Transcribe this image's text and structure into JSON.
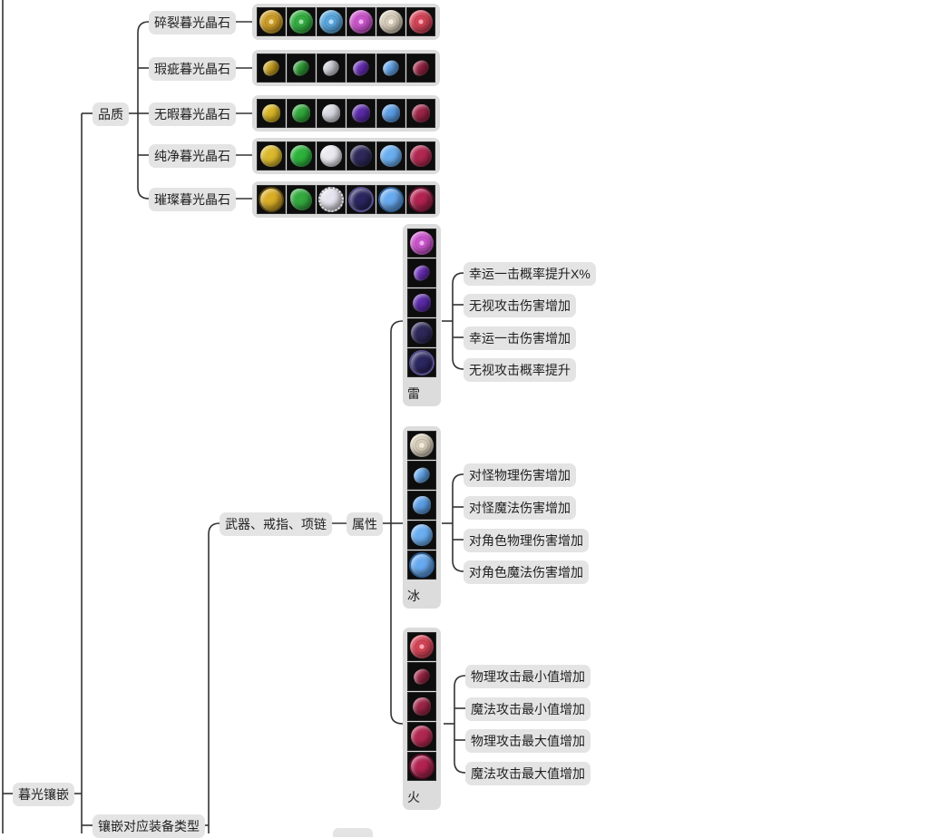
{
  "root": {
    "label": "暮光镶嵌"
  },
  "branch_quality": {
    "label": "品质",
    "tiers": [
      {
        "label": "碎裂暮光晶石",
        "gems": [
          "gold-rose-gem-icon",
          "green-rose-gem-icon",
          "blue-rose-gem-icon",
          "pink-rose-gem-icon",
          "white-rose-gem-icon",
          "red-rose-gem-icon"
        ]
      },
      {
        "label": "瑕疵暮光晶石",
        "gems": [
          "gold-shard-gem-icon",
          "green-shard-gem-icon",
          "white-shard-gem-icon",
          "purple-shard-gem-icon",
          "blue-shard-gem-icon",
          "red-shard-gem-icon"
        ]
      },
      {
        "label": "无暇暮光晶石",
        "gems": [
          "gold-oval-gem-icon",
          "green-oval-gem-icon",
          "white-oval-gem-icon",
          "purple-oval-gem-icon",
          "blue-oval-gem-icon",
          "red-oval-gem-icon"
        ]
      },
      {
        "label": "纯净暮光晶石",
        "gems": [
          "gold-round-gem-icon",
          "green-round-gem-icon",
          "white-round-gem-icon",
          "indigo-round-gem-icon",
          "blue-round-gem-icon",
          "red-round-gem-icon"
        ]
      },
      {
        "label": "璀璨暮光晶石",
        "gems": [
          "gold-brilliant-gem-icon",
          "green-brilliant-gem-icon",
          "white-brilliant-gem-icon",
          "indigo-brilliant-gem-icon",
          "blue-brilliant-gem-icon",
          "red-brilliant-gem-icon"
        ]
      }
    ]
  },
  "branch_equipment": {
    "label": "镶嵌对应装备类型",
    "child": {
      "label": "武器、戒指、项链",
      "child": {
        "label": "属性",
        "elements": [
          {
            "label": "雷",
            "effects": [
              "幸运一击概率提升X%",
              "无视攻击伤害增加",
              "幸运一击伤害增加",
              "无视攻击概率提升"
            ]
          },
          {
            "label": "冰",
            "effects": [
              "对怪物理伤害增加",
              "对怪魔法伤害增加",
              "对角色物理伤害增加",
              "对角色魔法伤害增加"
            ]
          },
          {
            "label": "火",
            "effects": [
              "物理攻击最小值增加",
              "魔法攻击最小值增加",
              "物理攻击最大值增加",
              "魔法攻击最大值增加"
            ]
          }
        ]
      }
    }
  },
  "colors": {
    "line": "#333333",
    "node_bg": "#e4e4e4",
    "gold": "#d8b12a",
    "green": "#2fa83a",
    "blue": "#5fa4e8",
    "pink": "#d45ad6",
    "white": "#e6dccb",
    "red": "#c2304a",
    "purple": "#6a2fb8",
    "indigo": "#2c2858",
    "crimson": "#a0204a"
  }
}
